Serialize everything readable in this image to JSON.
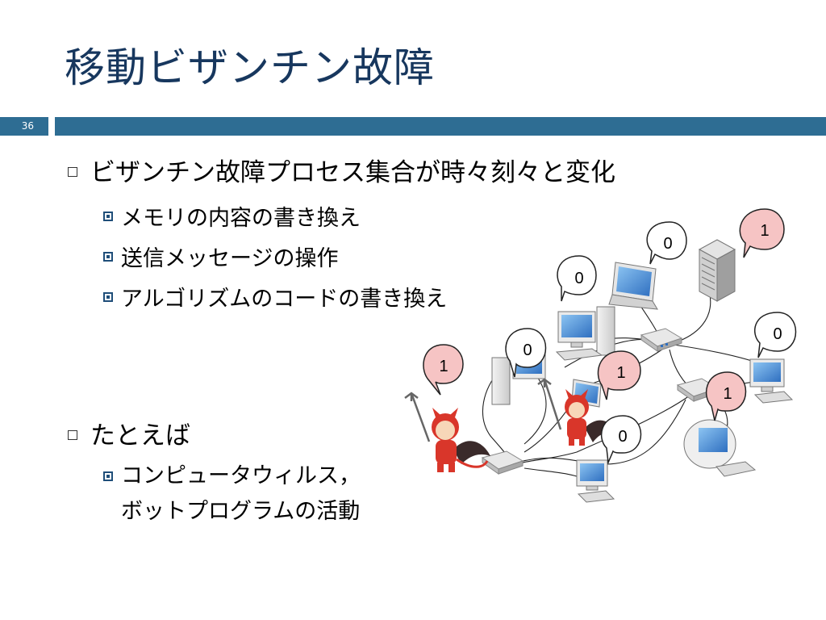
{
  "slide": {
    "title": "移動ビザンチン故障",
    "number": "36"
  },
  "bullets": {
    "main1": "ビザンチン故障プロセス集合が時々刻々と変化",
    "sub1": "メモリの内容の書き換え",
    "sub2": "送信メッセージの操作",
    "sub3": "アルゴリズムのコードの書き換え",
    "main2": "たとえば",
    "sub4_line1": "コンピュータウィルス，",
    "sub4_line2": "ボットプログラムの活動"
  },
  "diagram": {
    "bubbles": [
      {
        "id": "b-laptop",
        "value": "0",
        "faulty": false
      },
      {
        "id": "b-server",
        "value": "1",
        "faulty": true
      },
      {
        "id": "b-desktop-top",
        "value": "0",
        "faulty": false
      },
      {
        "id": "b-right-pc",
        "value": "0",
        "faulty": false
      },
      {
        "id": "b-tower-mid",
        "value": "0",
        "faulty": false
      },
      {
        "id": "b-left-devil",
        "value": "1",
        "faulty": true
      },
      {
        "id": "b-mid-devil",
        "value": "1",
        "faulty": true
      },
      {
        "id": "b-router-right",
        "value": "1",
        "faulty": true
      },
      {
        "id": "b-bottom-pc",
        "value": "0",
        "faulty": false
      }
    ],
    "colors": {
      "faulty_bubble": "#f6c4c4",
      "correct_bubble": "#ffffff",
      "screen": "#3f88d6",
      "devil": "#d9362a"
    }
  }
}
